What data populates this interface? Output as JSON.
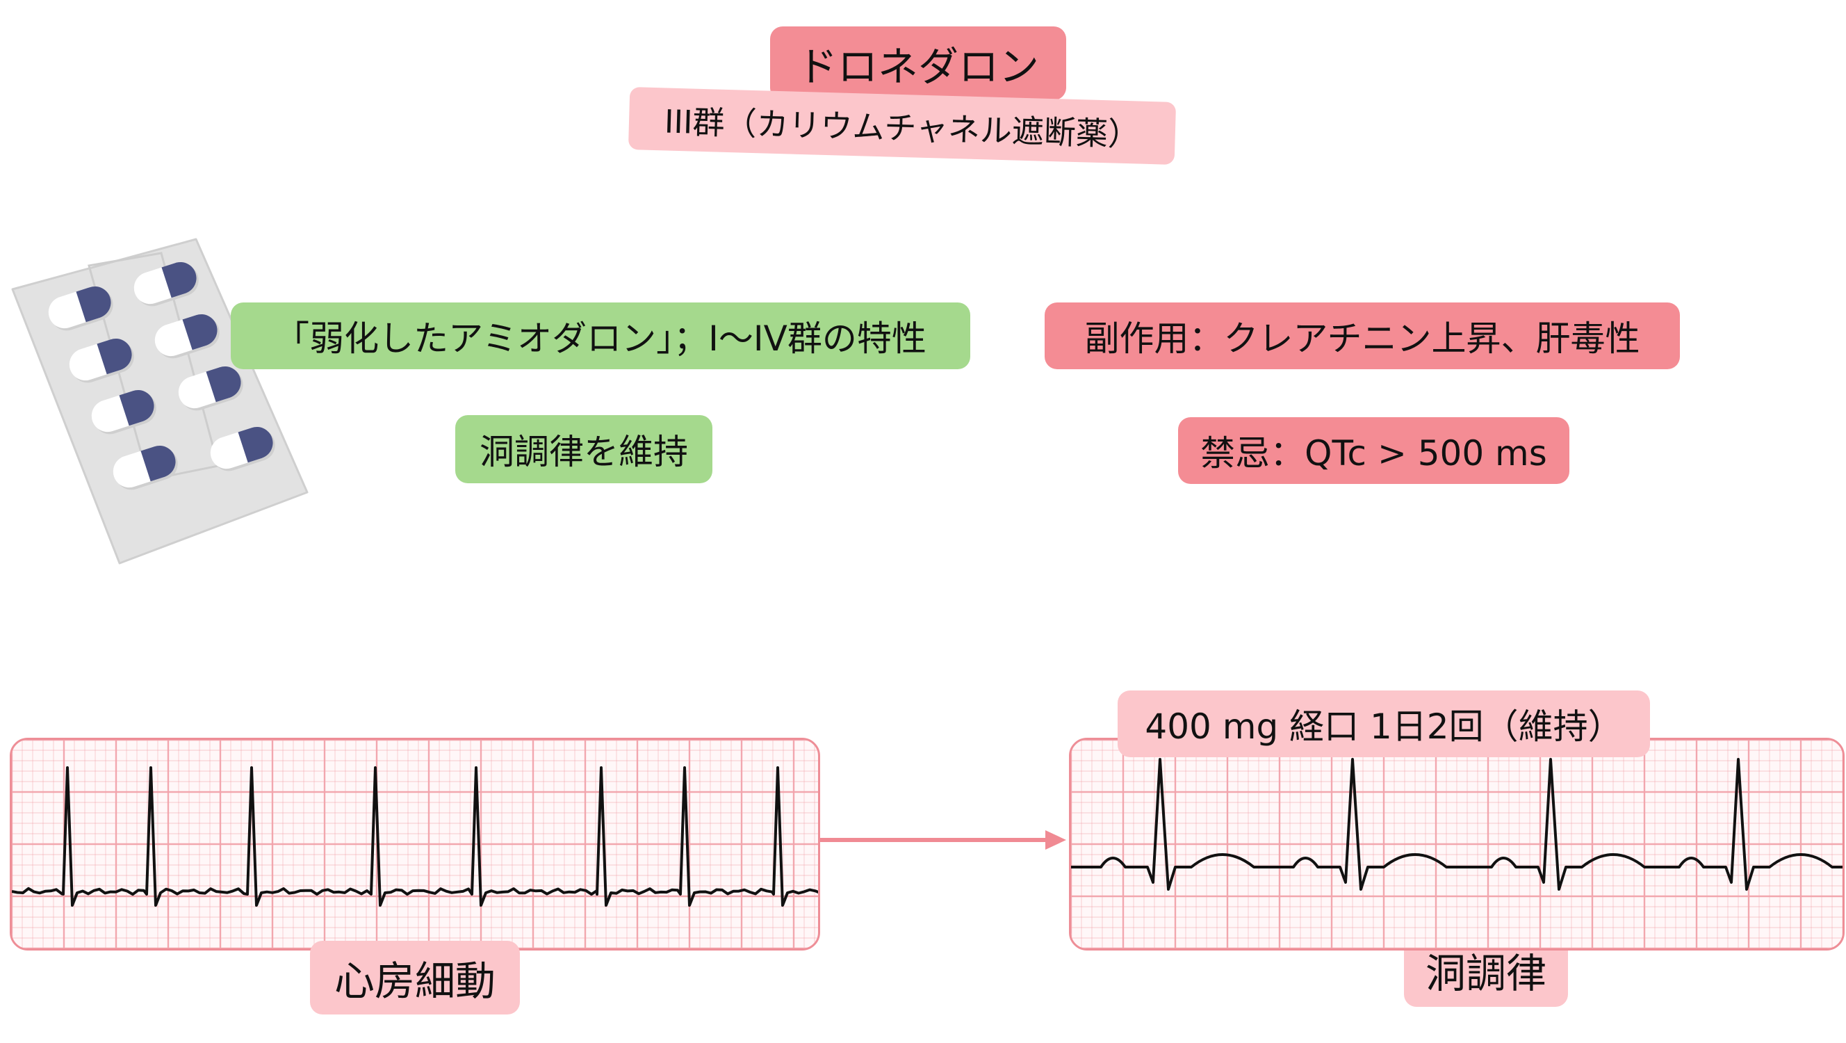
{
  "title": "ドロネダロン",
  "subtitle": "III群（カリウムチャネル遮断薬）",
  "features": {
    "weak_amiodarone": "「弱化したアミオダロン」；I〜IV群の特性",
    "sinus_maintain": "洞調律を維持"
  },
  "warnings": {
    "adverse": "副作用：クレアチニン上昇、肝毒性",
    "contraindication": "禁忌：QTc > 500 ms"
  },
  "dose": "400 mg 経口 1日2回（維持）",
  "rhythms": {
    "before": "心房細動",
    "after": "洞調律"
  },
  "colors": {
    "title_bg": "#f38d95",
    "subtitle_bg": "#fcc6cb",
    "green": "#a5d98d",
    "red": "#f48c94",
    "pink": "#fcc6cb",
    "ecg_grid": "#f2a3ab",
    "arrow": "#f08a93",
    "pill_blue": "#4a5283"
  },
  "icons": [
    "blister-pack-icon",
    "arrow-right-icon"
  ]
}
